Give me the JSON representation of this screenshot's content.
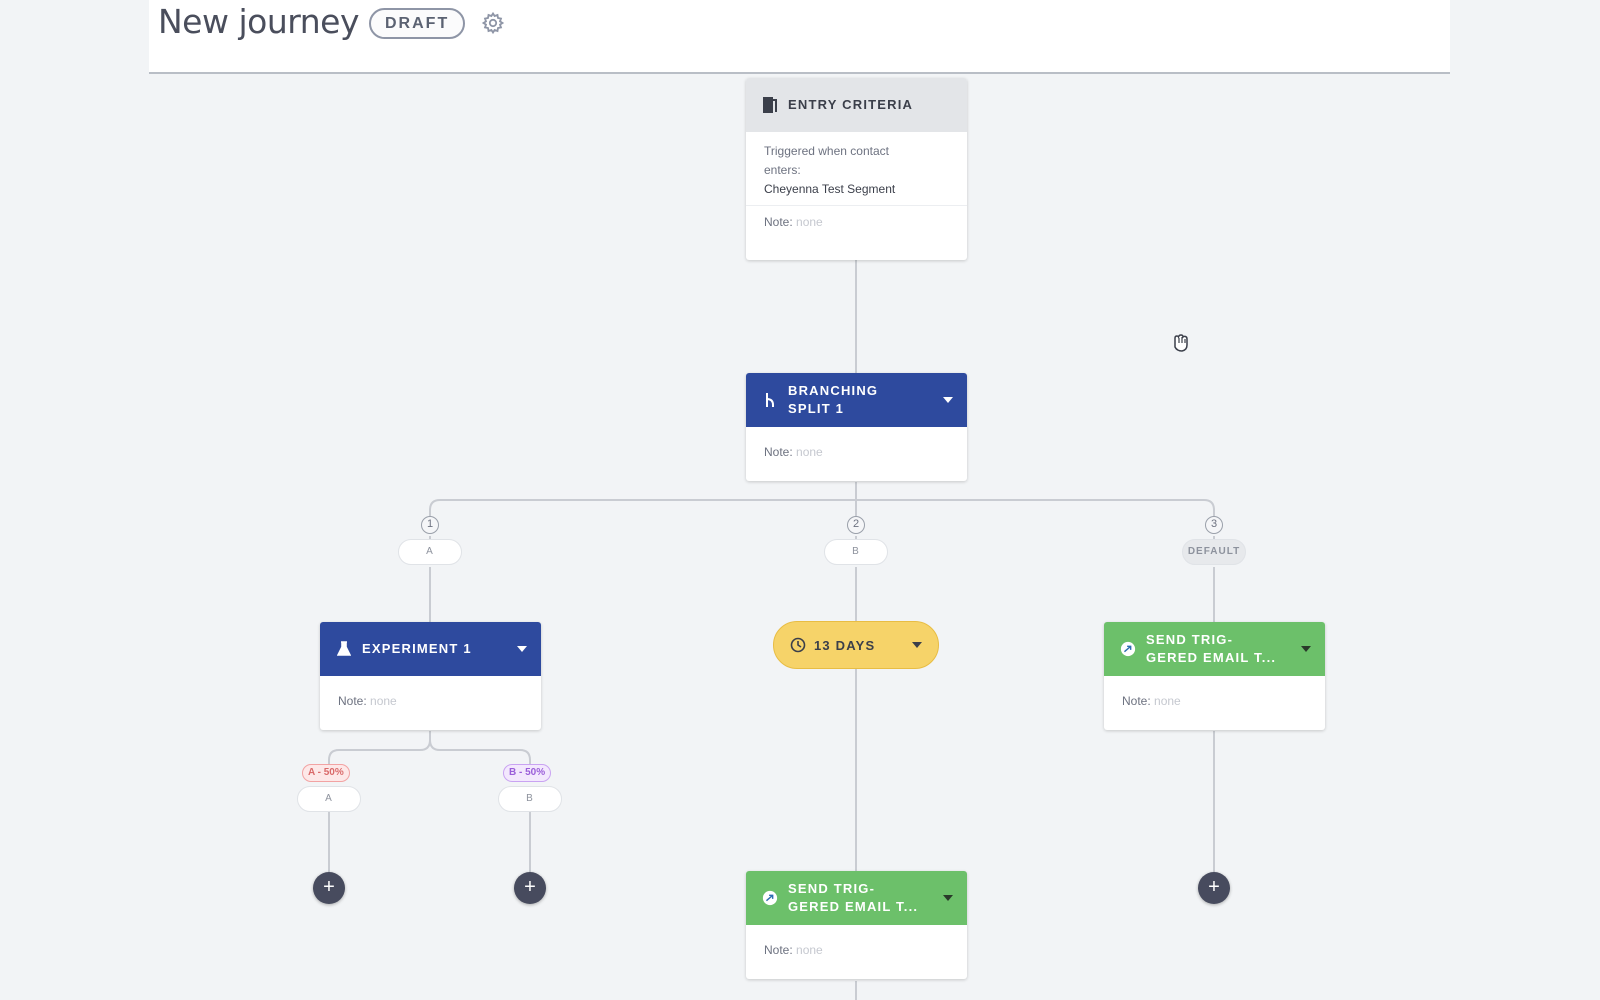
{
  "header": {
    "title": "New journey",
    "status_badge": "DRAFT"
  },
  "entry": {
    "title": "ENTRY CRITERIA",
    "trigger_text": "Triggered when contact enters:",
    "segment": "Cheyenna Test Segment",
    "note_label": "Note:",
    "note_value": "none"
  },
  "split": {
    "title_line1": "BRANCHING",
    "title_line2": "SPLIT 1",
    "note_label": "Note:",
    "note_value": "none",
    "branches": [
      {
        "number": "1",
        "label": "A"
      },
      {
        "number": "2",
        "label": "B"
      },
      {
        "number": "3",
        "label": "DEFAULT"
      }
    ]
  },
  "experiment": {
    "title": "EXPERIMENT 1",
    "note_label": "Note:",
    "note_value": "none",
    "variants": [
      {
        "percent_label": "A - 50%",
        "label": "A"
      },
      {
        "percent_label": "B - 50%",
        "label": "B"
      }
    ]
  },
  "wait": {
    "label": "13 DAYS"
  },
  "email_right": {
    "title_line1": "SEND TRIG-",
    "title_line2": "GERED EMAIL T...",
    "note_label": "Note:",
    "note_value": "none"
  },
  "email_bottom": {
    "title_line1": "SEND TRIG-",
    "title_line2": "GERED EMAIL T...",
    "note_label": "Note:",
    "note_value": "none"
  },
  "add_step_symbol": "+",
  "colors": {
    "action_blue": "#2e4a9e",
    "email_green": "#6cc06a",
    "wait_yellow": "#f6d369",
    "entry_grey": "#e3e5e8"
  },
  "icons": {
    "entry": "door-icon",
    "split": "branch-icon",
    "experiment": "flask-icon",
    "wait": "clock-icon",
    "email": "email-icon",
    "settings": "gear-icon"
  }
}
